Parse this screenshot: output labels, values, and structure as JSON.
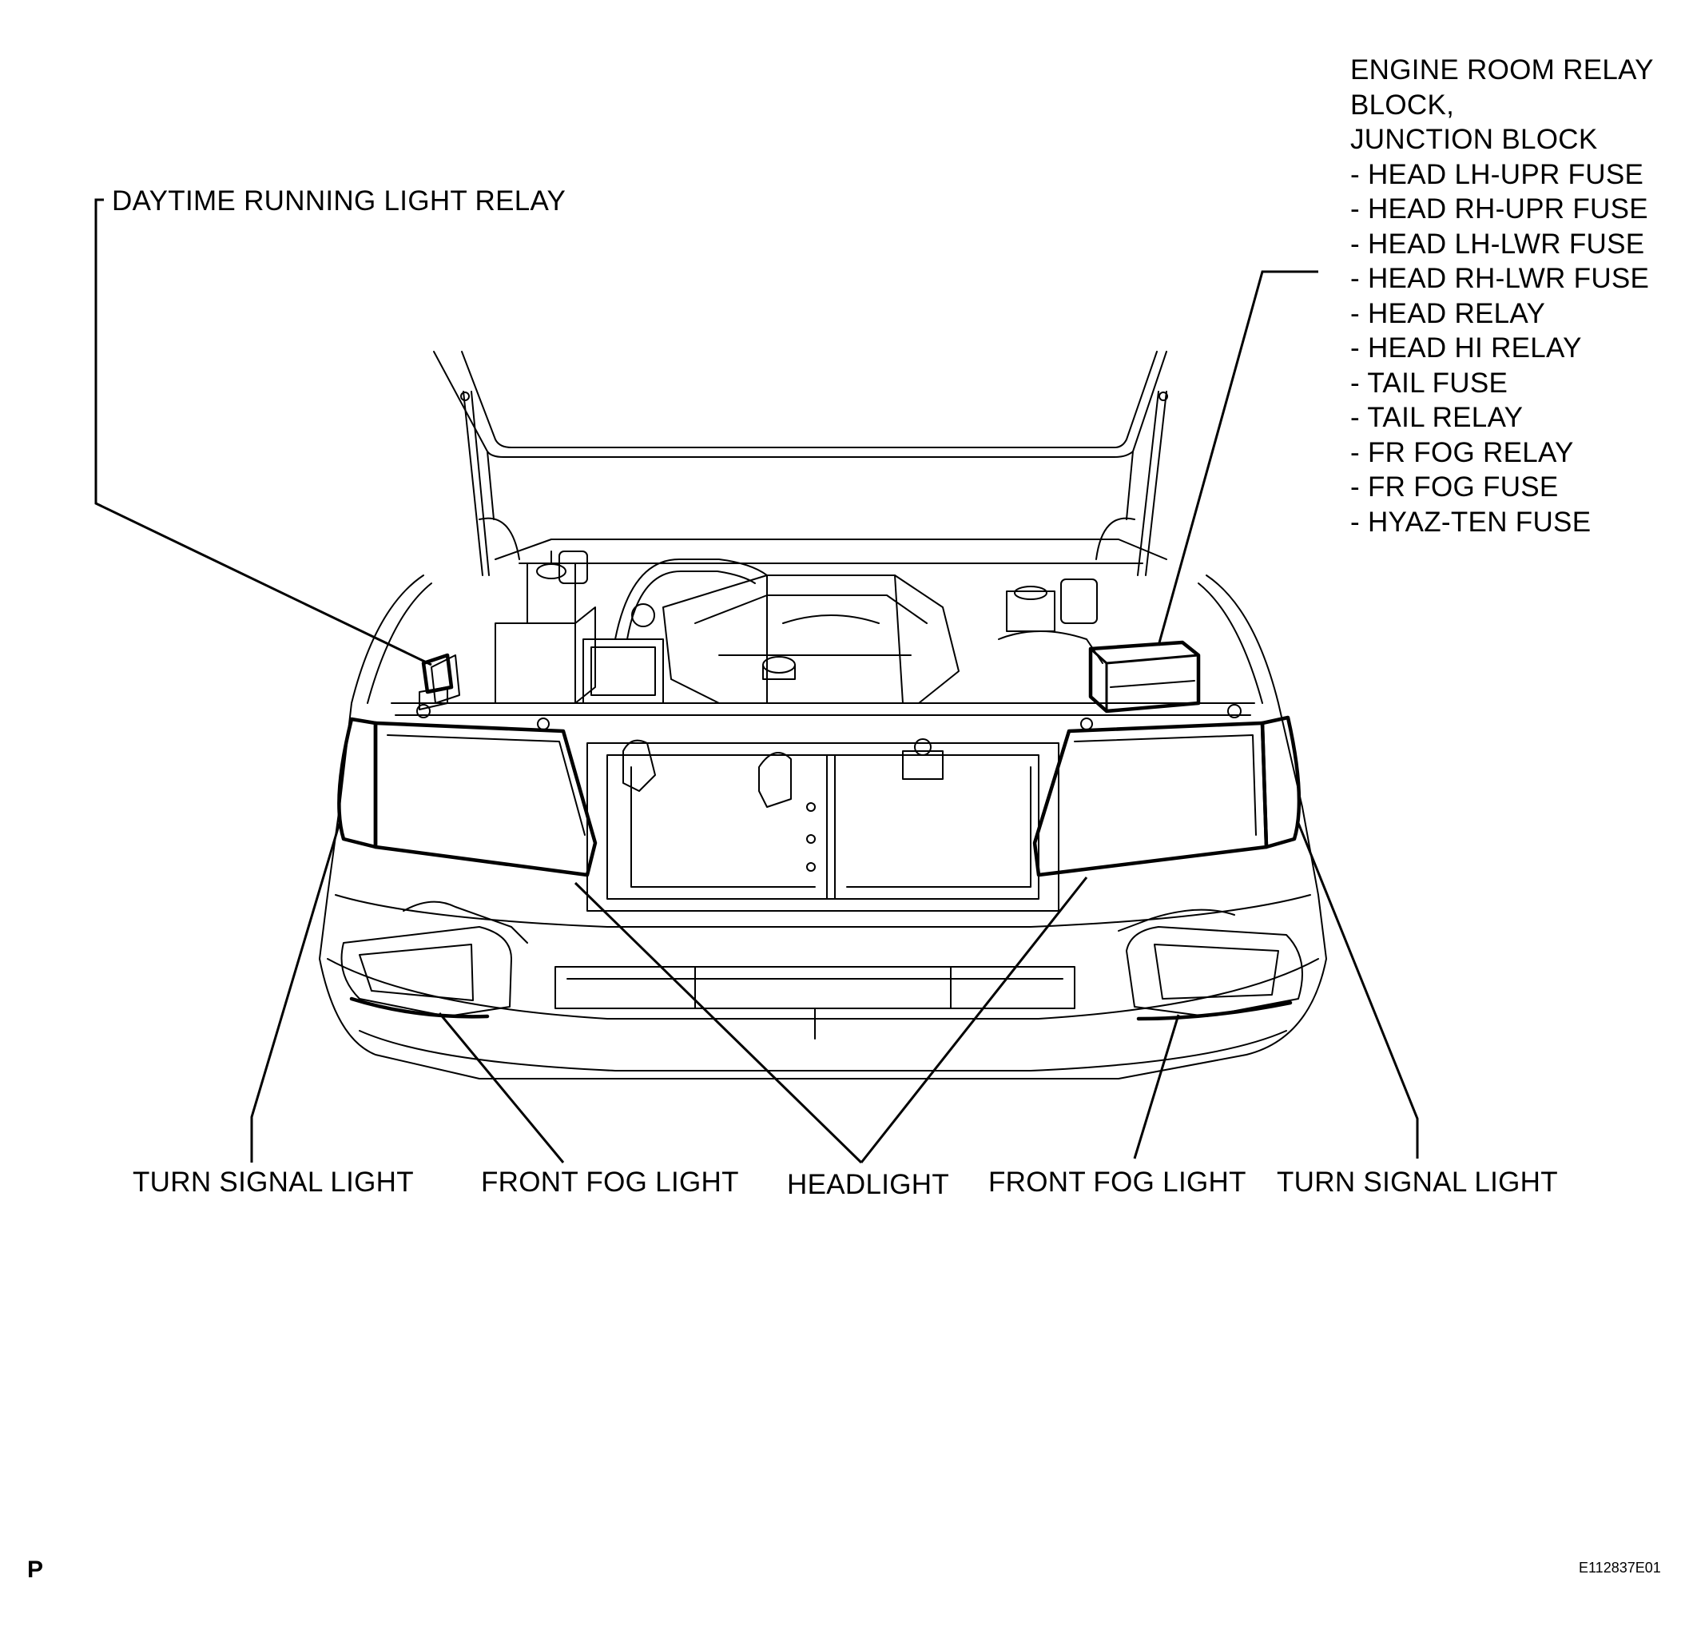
{
  "labels": {
    "drl_relay": "DAYTIME RUNNING LIGHT RELAY",
    "turn_signal_left": "TURN SIGNAL LIGHT",
    "front_fog_left": "FRONT FOG LIGHT",
    "headlight": "HEADLIGHT",
    "front_fog_right": "FRONT FOG LIGHT",
    "turn_signal_right": "TURN SIGNAL LIGHT"
  },
  "engine_room_block": {
    "title_lines": [
      "ENGINE ROOM RELAY",
      "BLOCK,",
      "JUNCTION BLOCK"
    ],
    "items": [
      "- HEAD LH-UPR FUSE",
      "- HEAD RH-UPR FUSE",
      "- HEAD LH-LWR FUSE",
      "- HEAD RH-LWR FUSE",
      "- HEAD RELAY",
      "- HEAD HI RELAY",
      "- TAIL FUSE",
      "- TAIL RELAY",
      "- FR FOG RELAY",
      "- FR FOG FUSE",
      "- HYAZ-TEN FUSE"
    ]
  },
  "footer": {
    "corner_mark": "P",
    "figure_id": "E112837E01"
  }
}
